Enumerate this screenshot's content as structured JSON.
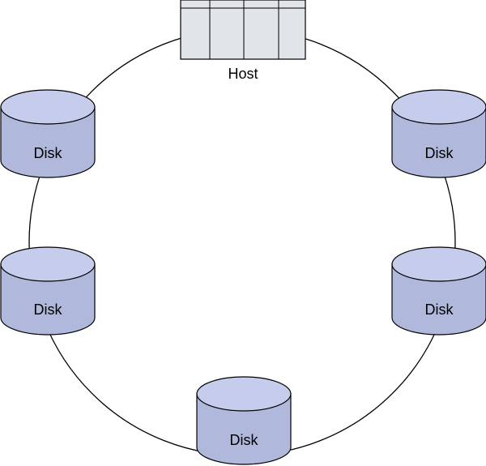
{
  "diagram": {
    "host": {
      "label": "Host",
      "slots": 4
    },
    "disks": [
      {
        "label": "Disk"
      },
      {
        "label": "Disk"
      },
      {
        "label": "Disk"
      },
      {
        "label": "Disk"
      },
      {
        "label": "Disk"
      }
    ],
    "colors": {
      "disk_fill": "#b0b9dc",
      "disk_top": "#c6cdec",
      "host_fill": "#e1e5ea",
      "stroke": "#000000"
    }
  }
}
